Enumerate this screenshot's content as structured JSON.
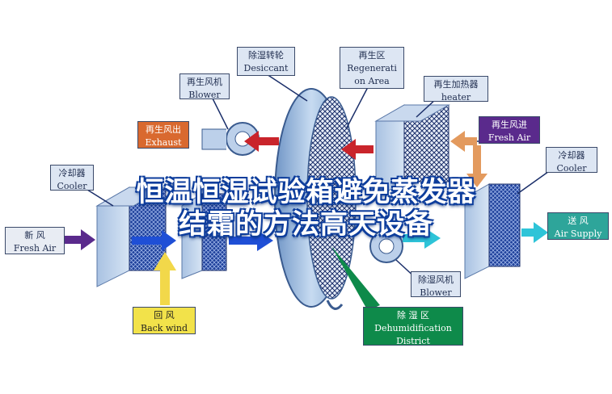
{
  "labels": {
    "desiccant": {
      "zh": "除湿转轮",
      "en": "Desiccant"
    },
    "regeneration_area": {
      "zh": "再生区",
      "en1": "Regenerati",
      "en2": "on Area"
    },
    "regen_blower": {
      "zh": "再生风机",
      "en": "Blower"
    },
    "regen_heater": {
      "zh": "再生加热器",
      "en": "heater"
    },
    "exhaust": {
      "zh": "再生风出",
      "en": "Exhaust"
    },
    "fresh_air_regen": {
      "zh": "再生风进",
      "en": "Fresh Air"
    },
    "cooler_left": {
      "zh": "冷却器",
      "en": "Cooler"
    },
    "cooler_right": {
      "zh": "冷却器",
      "en": "Cooler"
    },
    "fresh_air": {
      "zh": "新    风",
      "en": "Fresh Air"
    },
    "air_supply": {
      "zh": "送  风",
      "en": "Air Supply"
    },
    "dehum_blower": {
      "zh": "除湿风机",
      "en": "Blower"
    },
    "back_wind": {
      "zh": "回    风",
      "en": "Back wind"
    },
    "dehumidification": {
      "zh": "除    湿    区",
      "en1": "Dehumidification",
      "en2": "District"
    }
  },
  "title": {
    "line1": "恒温恒湿试验箱避免蒸发器",
    "line2": "结霜的方法高天设备"
  },
  "colors": {
    "label_blue": "#dde6f3",
    "exhaust_orange": "#d9692f",
    "fresh_air_purple": "#5a2a8c",
    "air_supply_teal": "#2ea59a",
    "back_wind_yellow": "#f2e24a",
    "dehum_green": "#0e8a4a",
    "title_blue": "#0d3d9c"
  }
}
